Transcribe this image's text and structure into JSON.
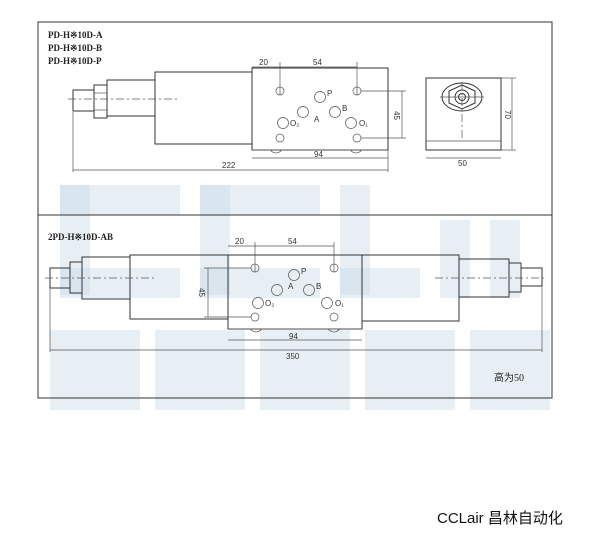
{
  "top_view": {
    "models": [
      "PD-H※10D-A",
      "PD-H※10D-B",
      "PD-H※10D-P"
    ],
    "dims": {
      "d20": "20",
      "d54": "54",
      "d45": "45",
      "d94": "94",
      "d222": "222",
      "d70": "70",
      "d50": "50"
    },
    "ports": {
      "P": "P",
      "A": "A",
      "B": "B",
      "O1": "O₁",
      "O2": "O₂"
    }
  },
  "bottom_view": {
    "model": "2PD-H※10D-AB",
    "dims": {
      "d20": "20",
      "d54": "54",
      "d45": "45",
      "d94": "94",
      "d350": "350"
    },
    "ports": {
      "P": "P",
      "A": "A",
      "B": "B",
      "O1": "O₁",
      "O2": "O₂"
    },
    "note": "高为50"
  },
  "watermark": {
    "latin": "CCLair",
    "chinese": "昌林自动化"
  },
  "footer": "CCLair 昌林自动化"
}
